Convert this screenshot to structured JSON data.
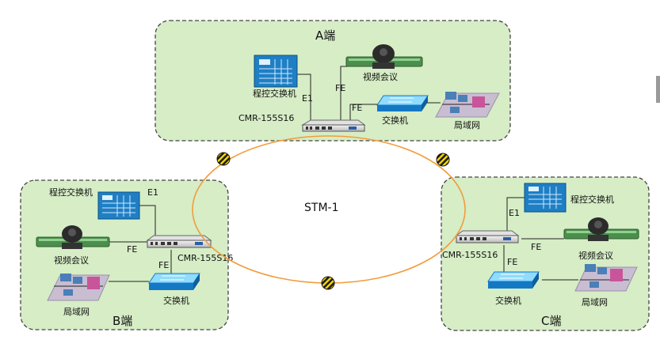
{
  "ring": {
    "label": "STM-1",
    "color": "#f39c3c"
  },
  "colors": {
    "site_fill": "#d6edc6",
    "site_border": "#444444",
    "device_blue": "#1f7fc4",
    "switch_blue": "#2aa5e8"
  },
  "sites": {
    "a": {
      "title": "A端",
      "mux": "CMR-155S16",
      "pbx": "程控交换机",
      "video": "视频会议",
      "switch": "交换机",
      "lan": "局域网",
      "link_e1": "E1",
      "link_fe_video": "FE",
      "link_fe_switch": "FE"
    },
    "b": {
      "title": "B端",
      "mux": "CMR-155S16",
      "pbx": "程控交换机",
      "video": "视频会议",
      "switch": "交换机",
      "lan": "局域网",
      "link_e1": "E1",
      "link_fe_video": "FE",
      "link_fe_switch": "FE"
    },
    "c": {
      "title": "C端",
      "mux": "CMR-155S16",
      "pbx": "程控交换机",
      "video": "视频会议",
      "switch": "交换机",
      "lan": "局域网",
      "link_e1": "E1",
      "link_fe_video": "FE",
      "link_fe_switch": "FE"
    }
  }
}
